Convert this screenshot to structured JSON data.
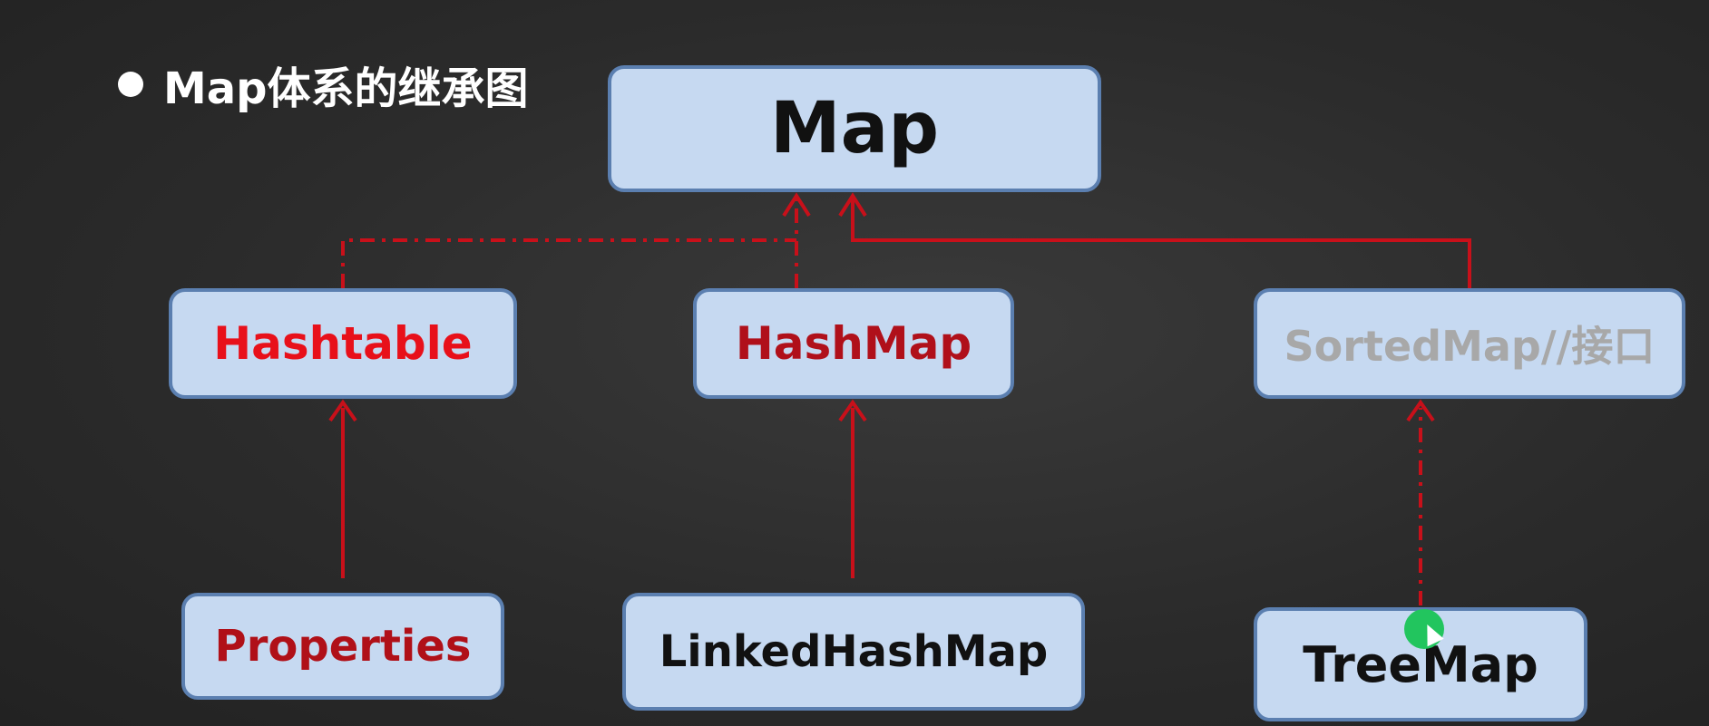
{
  "slide": {
    "title": "Map体系的继承图"
  },
  "nodes": {
    "map": {
      "label": "Map",
      "color": "#111111"
    },
    "hashtable": {
      "label": "Hashtable",
      "color": "#e8101a"
    },
    "hashmap": {
      "label": "HashMap",
      "color": "#b0101a"
    },
    "sortedmap": {
      "label": "SortedMap//接口",
      "color": "#a8a8a8"
    },
    "properties": {
      "label": "Properties",
      "color": "#b01018"
    },
    "linkedhashmap": {
      "label": "LinkedHashMap",
      "color": "#111111"
    },
    "treemap": {
      "label": "TreeMap",
      "color": "#111111"
    }
  },
  "colors": {
    "box_fill": "#c6d9f1",
    "box_border": "#5b7fb0",
    "arrow": "#c8101a"
  },
  "edges": [
    {
      "from": "hashtable",
      "to": "map",
      "style": "dashdot"
    },
    {
      "from": "hashmap",
      "to": "map",
      "style": "dashdot"
    },
    {
      "from": "sortedmap",
      "to": "map",
      "style": "solid"
    },
    {
      "from": "properties",
      "to": "hashtable",
      "style": "solid"
    },
    {
      "from": "linkedhashmap",
      "to": "hashmap",
      "style": "solid"
    },
    {
      "from": "treemap",
      "to": "sortedmap",
      "style": "dashdot"
    }
  ]
}
